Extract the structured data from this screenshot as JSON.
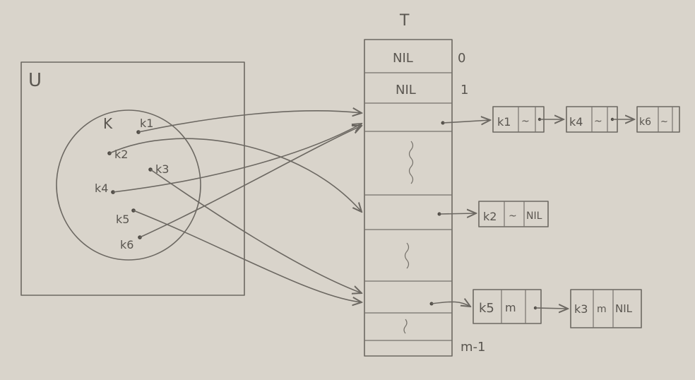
{
  "universe": {
    "label": "U"
  },
  "key_set": {
    "label": "K"
  },
  "keys": [
    {
      "id": "k1",
      "label": "k1"
    },
    {
      "id": "k2",
      "label": "k2"
    },
    {
      "id": "k3",
      "label": "k3"
    },
    {
      "id": "k4",
      "label": "k4"
    },
    {
      "id": "k5",
      "label": "k5"
    },
    {
      "id": "k6",
      "label": "k6"
    }
  ],
  "table": {
    "label": "T",
    "index_labels": [
      "0",
      "1",
      "m-1"
    ],
    "slot_values": [
      "NIL",
      "NIL"
    ]
  },
  "chains": [
    {
      "nodes": [
        {
          "key": "k1",
          "mid": "~"
        },
        {
          "key": "k4",
          "mid": "~"
        },
        {
          "key": "k6",
          "mid": "~"
        }
      ]
    },
    {
      "nodes": [
        {
          "key": "k2",
          "mid": "~",
          "next": "NIL"
        }
      ]
    },
    {
      "nodes": [
        {
          "key": "k5",
          "mid": "m"
        },
        {
          "key": "k3",
          "mid": "m",
          "next": "NIL"
        }
      ]
    }
  ],
  "colors": {
    "paper": "#d9d4cb",
    "pencil": "#6c6862"
  }
}
